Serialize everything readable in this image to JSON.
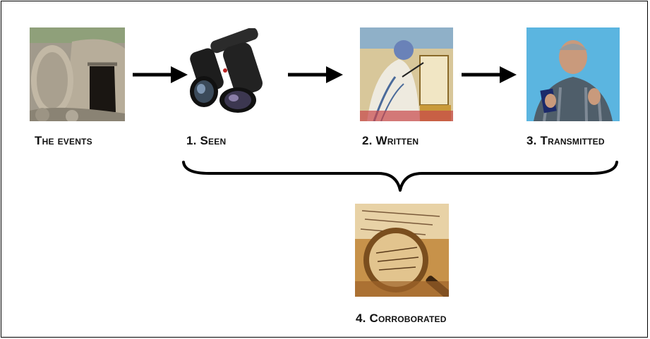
{
  "steps": {
    "events": {
      "label": "The events"
    },
    "seen": {
      "label": "1. Seen"
    },
    "written": {
      "label": "2. Written"
    },
    "transmitted": {
      "label": "3. Transmitted"
    },
    "corroborated": {
      "label": "4.  Corroborated"
    }
  }
}
